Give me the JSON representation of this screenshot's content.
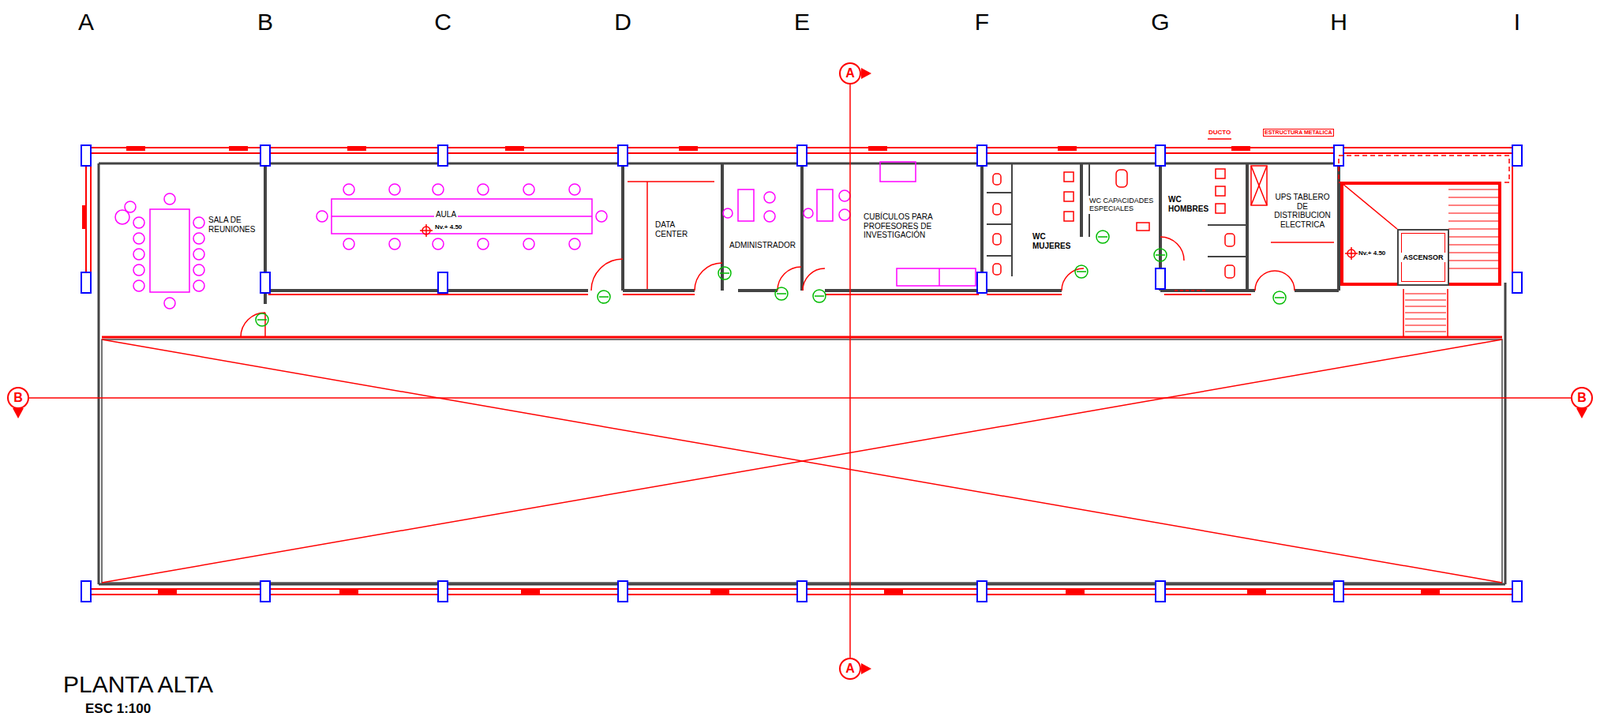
{
  "diagram": {
    "title": "PLANTA ALTA",
    "caption": "ESC 1:100",
    "nodes": [
      {
        "text": [
          "A"
        ]
      },
      {
        "text": [
          "SALA DE REUNIONES"
        ]
      },
      {
        "text": [
          "AULA"
        ]
      },
      {
        "text": [
          "DATA CENTER"
        ]
      },
      {
        "text": [
          "ADMINISTRADOR"
        ]
      },
      {
        "text": [
          "CUBÍCULOS PARA PROFESORES DE INVESTIGACIÓN"
        ]
      },
      {
        "text": [
          "WC MUJERES"
        ]
      },
      {
        "text": [
          "WC CAPACIDADES ESPECIALES"
        ]
      },
      {
        "text": [
          "WC HOMBRES"
        ]
      },
      {
        "text": [
          "UPS TABLERO DE DISTRIBUCION ELECTRICA"
        ]
      },
      {
        "text": [
          "ASCENSOR"
        ]
      },
      {
        "text": [
          "B"
        ]
      },
      {
        "text": [
          "B"
        ]
      },
      {
        "text": [
          "A"
        ]
      }
    ],
    "edges": [
      {
        "from": 0,
        "to": 13,
        "arrow": "none"
      },
      {
        "from": 11,
        "to": 12,
        "arrow": "none"
      }
    ],
    "labels": [
      "A",
      "B",
      "C",
      "D",
      "E",
      "F",
      "G",
      "H",
      "I",
      "Nv.+ 4.50",
      "DUCTO",
      "ESTRUCTURA METALICA",
      "Nv.+ 4.50"
    ]
  }
}
